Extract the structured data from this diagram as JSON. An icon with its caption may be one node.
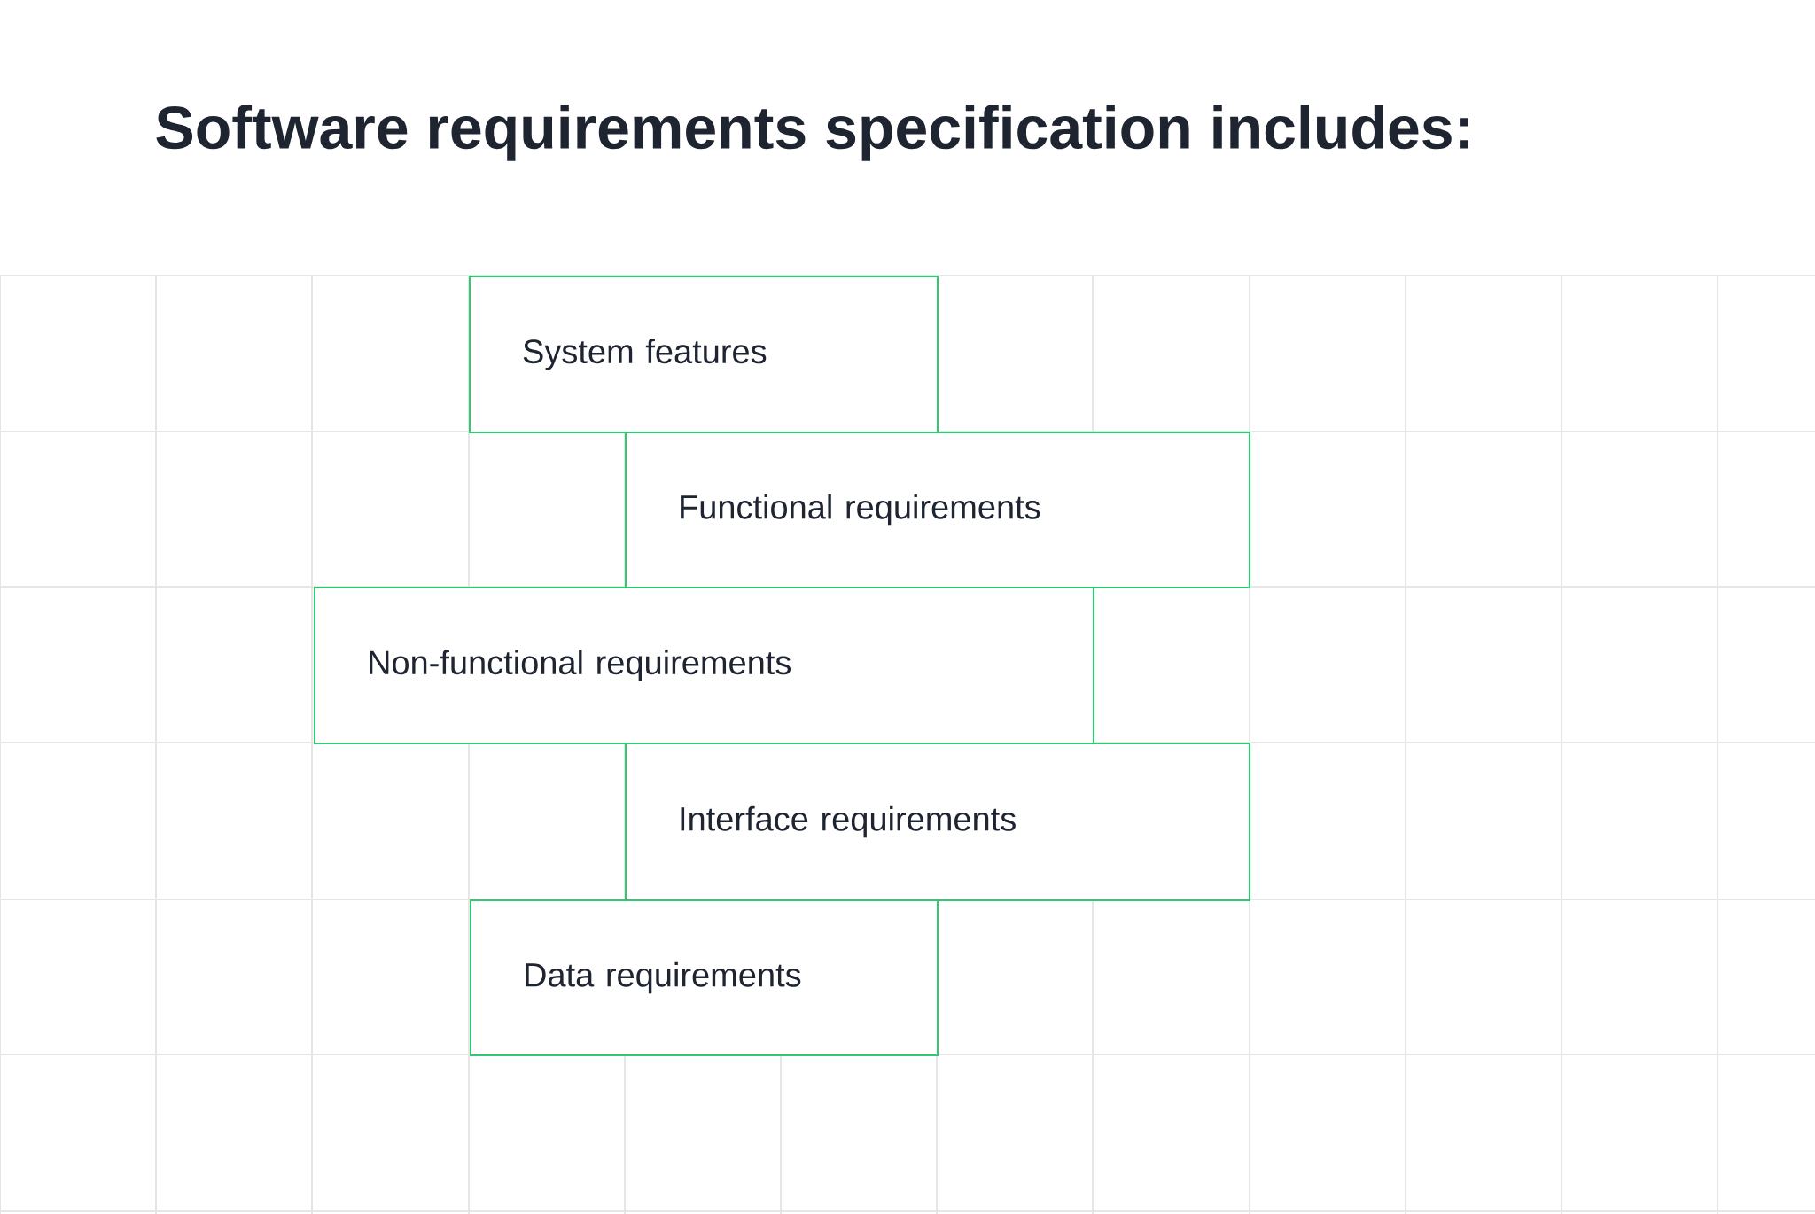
{
  "diagram": {
    "title": "Software requirements specification includes:",
    "nodes": [
      {
        "text": [
          "System features"
        ]
      },
      {
        "text": [
          "Functional requirements"
        ]
      },
      {
        "text": [
          "Non-functional requirements"
        ]
      },
      {
        "text": [
          "Interface requirements"
        ]
      },
      {
        "text": [
          "Data requirements"
        ]
      }
    ]
  }
}
